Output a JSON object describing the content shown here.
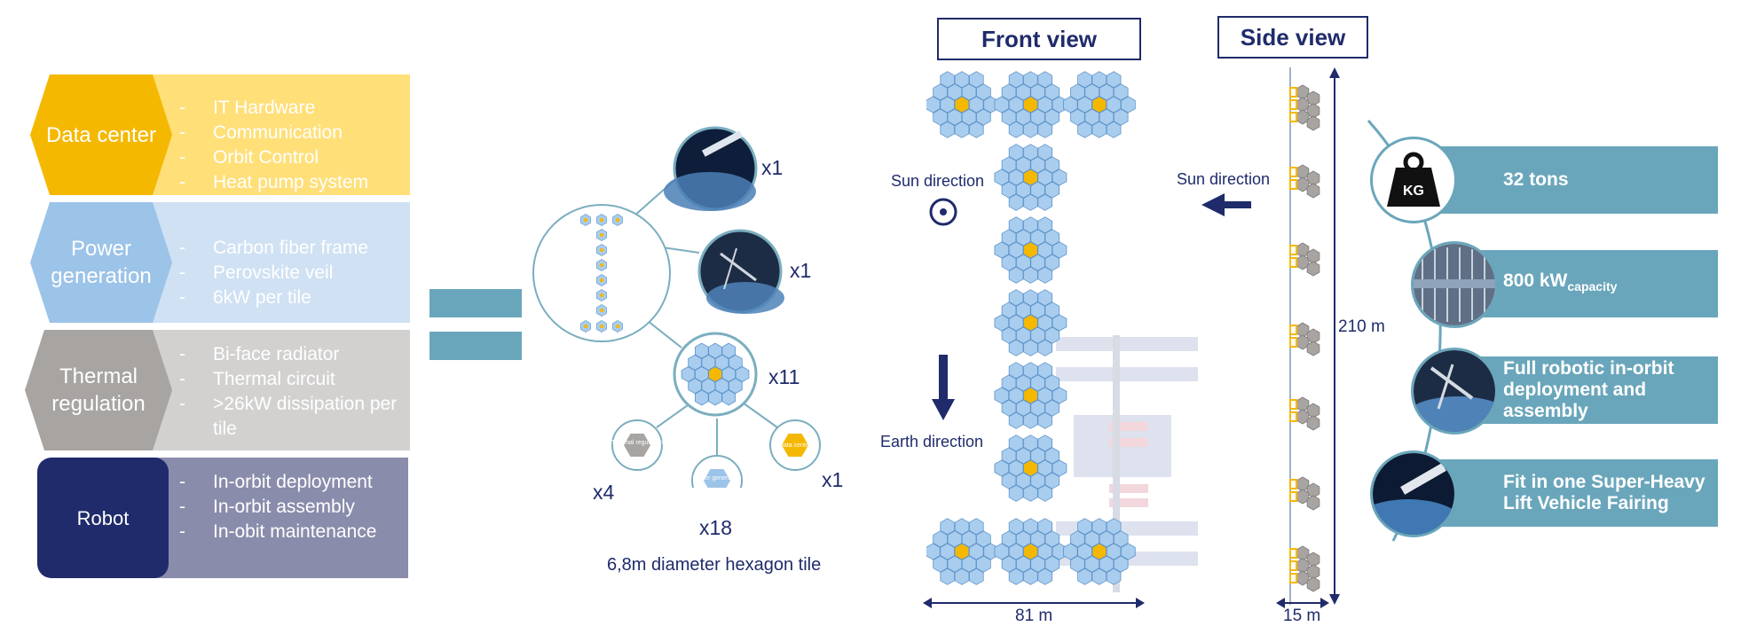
{
  "categories": [
    {
      "label": "Data center",
      "items": [
        "IT Hardware",
        "Communication",
        "Orbit Control",
        "Heat pump system"
      ],
      "shape_color": "#f5b800",
      "panel_color": "#ffdf78"
    },
    {
      "label": "Power generation",
      "items": [
        "Carbon fiber frame",
        "Perovskite veil",
        "6kW per tile"
      ],
      "shape_color": "#9cc3e8",
      "panel_color": "#cfe1f3"
    },
    {
      "label": "Thermal regulation",
      "items": [
        "Bi-face radiator",
        "Thermal circuit",
        ">26kW dissipation per tile"
      ],
      "shape_color": "#a7a4a2",
      "panel_color": "#d2d1d0"
    },
    {
      "label": "Robot",
      "items": [
        "In-orbit deployment",
        "In-orbit assembly",
        "In-obit maintenance"
      ],
      "shape_color": "#202b6b",
      "panel_color": "#8a8cab"
    }
  ],
  "components": {
    "multipliers": [
      "x1",
      "x1",
      "x11",
      "x4",
      "x18",
      "x1"
    ],
    "small_hex_labels": [
      "Thermal regulation",
      "Power generation",
      "Data center"
    ],
    "caption": "6,8m diameter hexagon tile"
  },
  "front_view": {
    "title": "Front view",
    "sun_direction": "Sun direction",
    "earth_direction": "Earth direction",
    "width_label": "81 m"
  },
  "side_view": {
    "title": "Side view",
    "sun_direction": "Sun direction",
    "height_label": "210 m",
    "depth_label": "15 m"
  },
  "specs": {
    "mass": "32 tons",
    "mass_icon_text": "KG",
    "power_main": "800 kW",
    "power_sub": "capacity",
    "robotics": "Full robotic in-orbit deployment and assembly",
    "fairing": "Fit in one Super-Heavy Lift Vehicle Fairing"
  },
  "colors": {
    "navy": "#1f2b6b",
    "teal": "#6aa6bb",
    "hex_blue": "#a9cdee",
    "hex_stroke": "#5d93c9",
    "hex_gold": "#f5b800"
  }
}
